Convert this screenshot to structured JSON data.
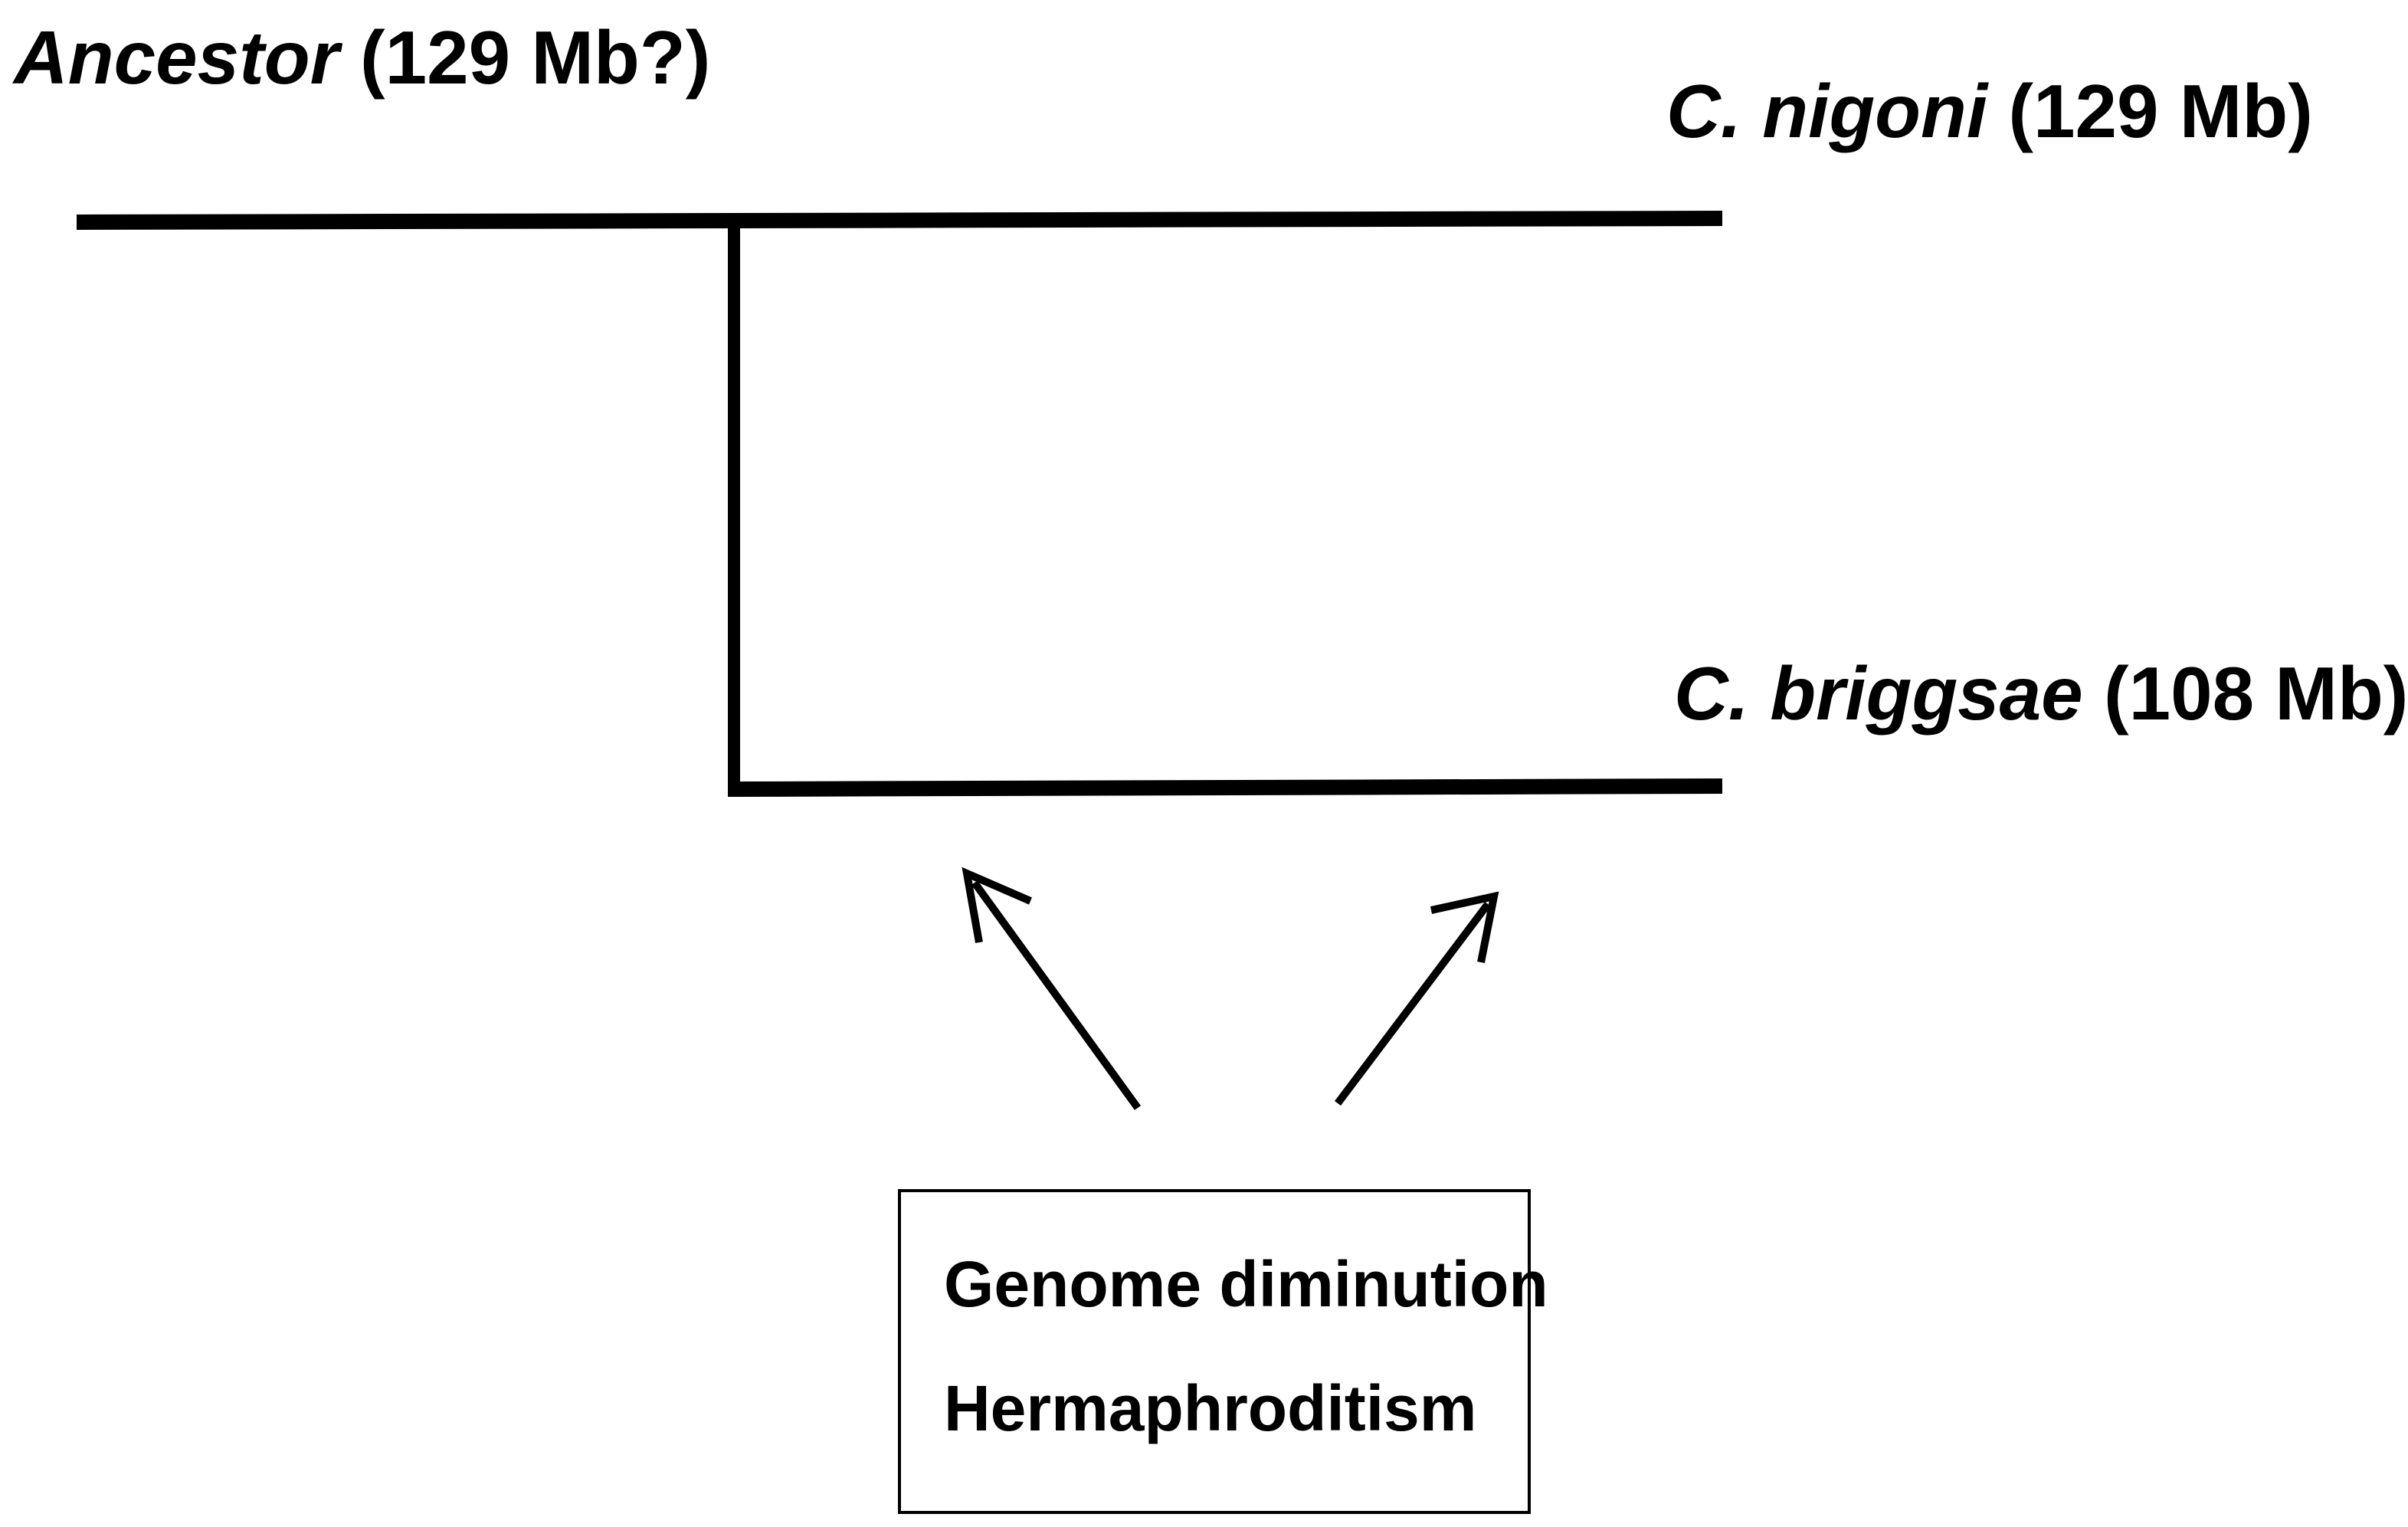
{
  "labels": {
    "ancestor": {
      "name": "Ancestor",
      "size": "(129 Mb?)"
    },
    "nigoni": {
      "name": "C. nigoni",
      "size": "(129 Mb)"
    },
    "briggsae": {
      "name": "C. briggsae",
      "size": "(108 Mb)"
    }
  },
  "traits_box": {
    "items": [
      "Genome diminution",
      "Hermaphroditism"
    ]
  },
  "colors": {
    "line": "#000000",
    "background": "#ffffff"
  }
}
